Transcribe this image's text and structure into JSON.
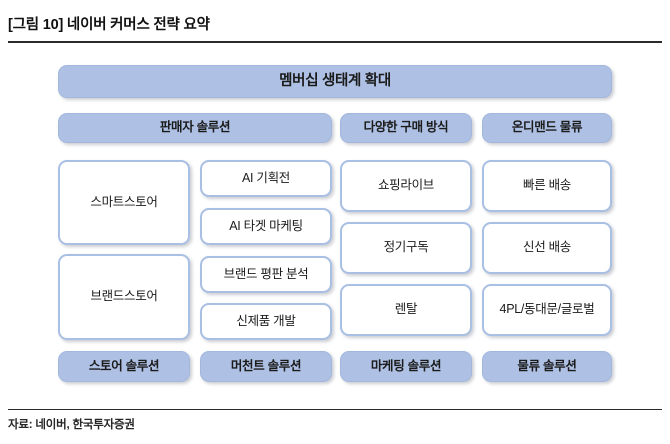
{
  "header": {
    "figure_title": "[그림 10] 네이버 커머스 전략 요약"
  },
  "footer": {
    "source": "자료: 네이버, 한국투자증권"
  },
  "colors": {
    "box_fill": "#aec1e4",
    "box_border": "#a9bfe3",
    "box_white": "#ffffff",
    "rule": "#2b2b2b",
    "text": "#1b1b1b"
  },
  "diagram": {
    "banner": {
      "label": "멤버십 생태계 확대"
    },
    "category_headers": [
      {
        "label": "판매자 솔루션"
      },
      {
        "label": "다양한 구매 방식"
      },
      {
        "label": "온디맨드 물류"
      }
    ],
    "columns": [
      {
        "name": "store-column",
        "items": [
          {
            "label": "스마트스토어"
          },
          {
            "label": "브랜드스토어"
          }
        ]
      },
      {
        "name": "merchant-column",
        "items": [
          {
            "label": "AI 기획전"
          },
          {
            "label": "AI 타겟 마케팅"
          },
          {
            "label": "브랜드 평판 분석"
          },
          {
            "label": "신제품 개발"
          }
        ]
      },
      {
        "name": "marketing-column",
        "items": [
          {
            "label": "쇼핑라이브"
          },
          {
            "label": "정기구독"
          },
          {
            "label": "렌탈"
          }
        ]
      },
      {
        "name": "logistics-column",
        "items": [
          {
            "label": "빠른 배송"
          },
          {
            "label": "신선 배송"
          },
          {
            "label": "4PL/동대문/글로벌"
          }
        ]
      }
    ],
    "solution_footers": [
      {
        "label": "스토어 솔루션"
      },
      {
        "label": "머천트 솔루션"
      },
      {
        "label": "마케팅 솔루션"
      },
      {
        "label": "물류 솔루션"
      }
    ]
  }
}
